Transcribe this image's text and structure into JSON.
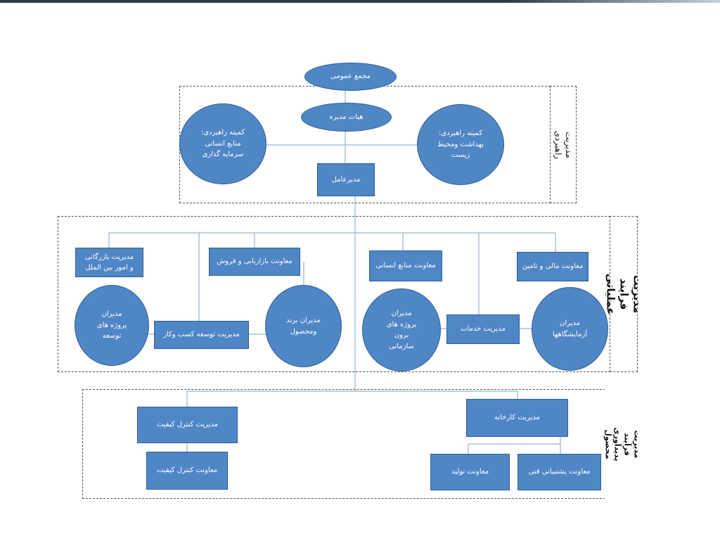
{
  "colors": {
    "node_fill": "#4f86c6",
    "node_border": "#2f5f94",
    "connector": "#8fb4d6"
  },
  "nodes": {
    "general_assembly": "مجمع عمومی",
    "board": "هیات مدیره",
    "committee_hr": "کمیته راهبردی:\nمنابع انسانی\nسرمایه گذاری",
    "committee_health": "کمیته راهبردی:\nبهداشت ومحیط\nزیست",
    "ceo": "مدیرعامل",
    "trade_mgmt": "مدیریت بازرگانی\nو امور بین الملل",
    "marketing_deputy": "معاونت بازاریابی و فروش",
    "hr_deputy": "معاونت منابع انسانی",
    "finance_deputy": "معاونت مالی و تامین",
    "dev_project_mgrs": "مدیران\nپروژه های\nتوسعه",
    "business_dev": "مدیریت توسعه کسب وکار",
    "brand_mgrs": "مدیران برند\nومحصول",
    "external_project_mgrs": "مدیران\nپروژه های\nبرون\nسازمانی",
    "services_mgmt": "مدیریت خدمات",
    "lab_mgrs": "مدیران\nآزمایشگاهها",
    "qc_mgmt": "مدیریت کنترل کیفیت",
    "qc_deputy": "معاونت کنترل کیفیت",
    "factory_mgmt": "مدیریت کارخانه",
    "production_deputy": "معاونت تولید",
    "tech_support_deputy": "معاونت پشتیبانی فنی"
  },
  "sections": {
    "strategic": "مدیریت راهبردی",
    "operational": "مدیریت فرایند عملیاتی",
    "product": "مدیریت فرآیند پدیدآوری\nمحصول"
  }
}
